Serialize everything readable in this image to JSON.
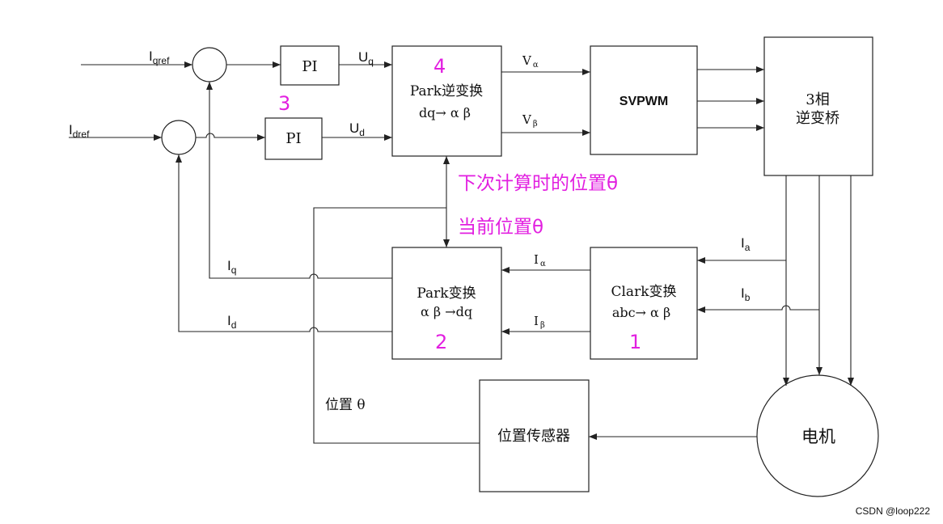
{
  "colors": {
    "annotation": "#e21fe0",
    "stroke": "#222222"
  },
  "inputs": {
    "iq_ref": {
      "main": "I",
      "sub": "qref"
    },
    "id_ref": {
      "main": "I",
      "sub": "dref"
    }
  },
  "blocks": {
    "pi_q": "PI",
    "pi_d": "PI",
    "inv_park_title": "Park逆变换",
    "inv_park_sub": "dq→ α β",
    "svpwm": "SVPWM",
    "inverter_line1": "3相",
    "inverter_line2": "逆变桥",
    "park_title": "Park变换",
    "park_sub": "α β →dq",
    "clark_title": "Clark变换",
    "clark_sub": "abc→ α β",
    "sensor": "位置传感器",
    "motor": "电机"
  },
  "signals": {
    "uq": {
      "main": "U",
      "sub": "q"
    },
    "ud": {
      "main": "U",
      "sub": "d"
    },
    "v_alpha": {
      "main": "V",
      "sub": "α"
    },
    "v_beta": {
      "main": "V",
      "sub": "β"
    },
    "i_alpha": {
      "main": "I",
      "sub": "α"
    },
    "i_beta": {
      "main": "I",
      "sub": "β"
    },
    "ia": {
      "main": "I",
      "sub": "a"
    },
    "ib": {
      "main": "I",
      "sub": "b"
    },
    "iq": {
      "main": "I",
      "sub": "q"
    },
    "id": {
      "main": "I",
      "sub": "d"
    },
    "theta_label": "位置 θ"
  },
  "annotations": {
    "step1": "1",
    "step2": "2",
    "step3": "3",
    "step4": "4",
    "next_theta": "下次计算时的位置θ",
    "current_theta": "当前位置θ"
  },
  "watermark": "CSDN @loop222"
}
